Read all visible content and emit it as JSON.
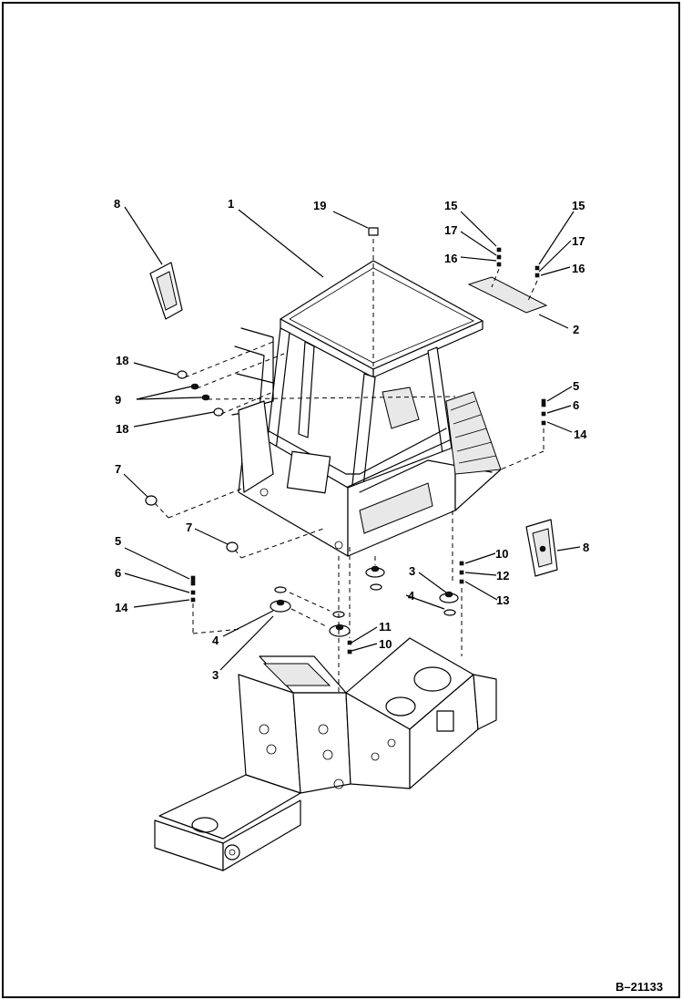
{
  "figure_ref": "B–21133",
  "callouts": {
    "c8a": "8",
    "c1": "1",
    "c19": "19",
    "c15a": "15",
    "c17a": "17",
    "c16a": "16",
    "c15b": "15",
    "c17b": "17",
    "c16b": "16",
    "c2": "2",
    "c18a": "18",
    "c9": "9",
    "c18b": "18",
    "c5a": "5",
    "c6a": "6",
    "c14a": "14",
    "c7a": "7",
    "c7b": "7",
    "c8b": "8",
    "c5b": "5",
    "c6b": "6",
    "c14b": "14",
    "c10a": "10",
    "c12": "12",
    "c13": "13",
    "c3a": "3",
    "c4a": "4",
    "c11": "11",
    "c10b": "10",
    "c4b": "4",
    "c3b": "3"
  }
}
